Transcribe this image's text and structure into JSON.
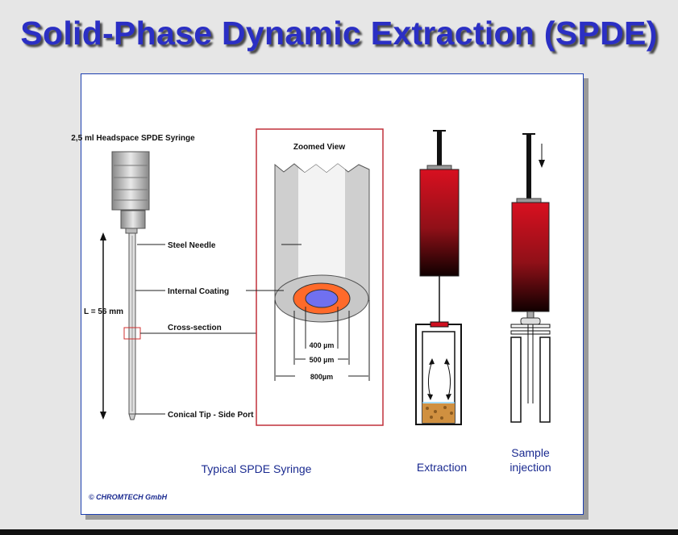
{
  "title": "Solid-Phase Dynamic Extraction (SPDE)",
  "diagram": {
    "syringe_label": "2,5 ml Headspace SPDE Syringe",
    "zoom_label": "Zoomed View",
    "steel_needle": "Steel Needle",
    "internal_coating": "Internal Coating",
    "cross_section": "Cross-section",
    "conical_tip": "Conical Tip - Side Port",
    "length_label": "L = 56 mm",
    "dim_400": "400 µm",
    "dim_500": "500 µm",
    "dim_800": "800µm",
    "caption_syringe": "Typical SPDE Syringe",
    "caption_extraction": "Extraction",
    "caption_sample_1": "Sample",
    "caption_sample_2": "injection",
    "copyright": "© CHROMTECH GmbH"
  },
  "colors": {
    "title": "#2b2fc4",
    "coating": "#ff6a2a",
    "inner": "#7070f0",
    "syringe_dark": "#200000",
    "syringe_red": "#d01020",
    "box": "#c0303a"
  }
}
